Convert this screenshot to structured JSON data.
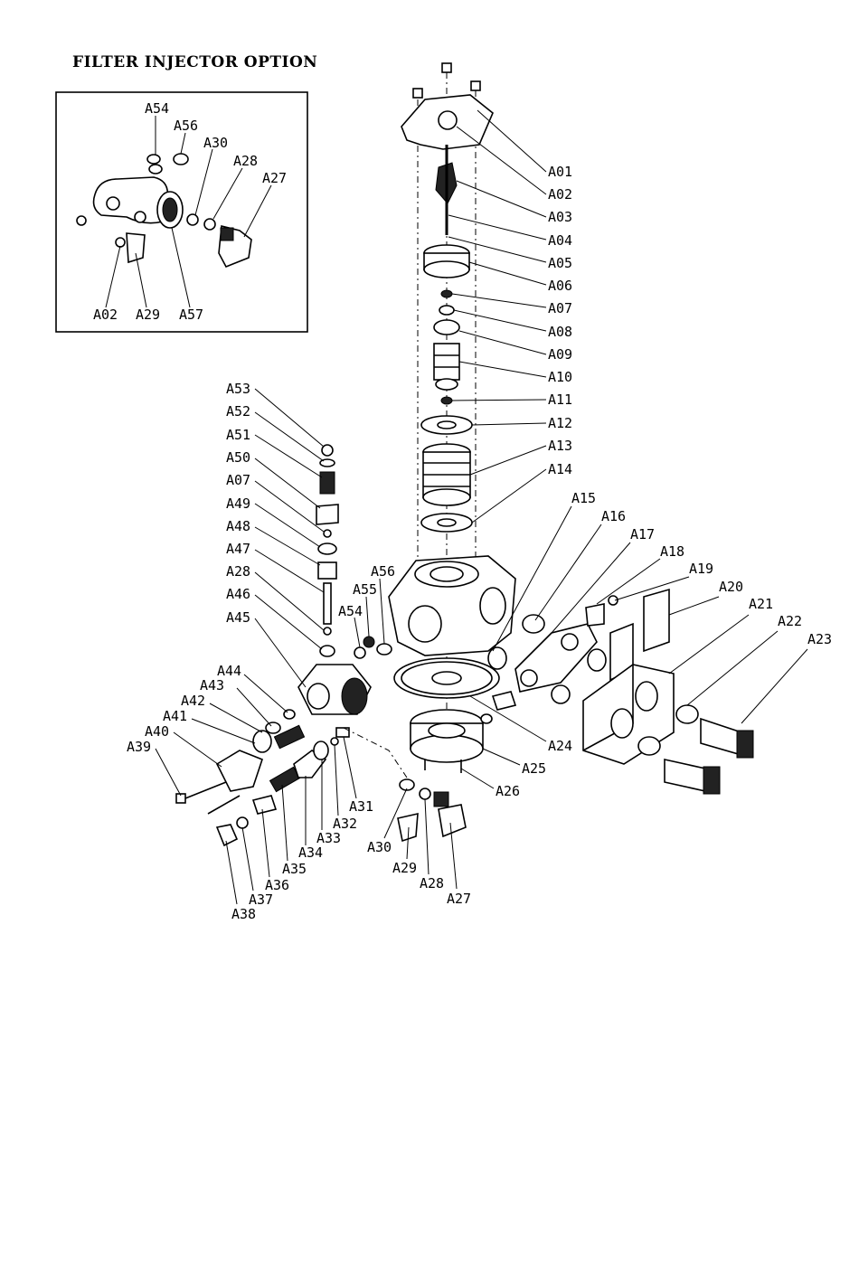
{
  "title": "FILTER INJECTOR OPTION",
  "inset_labels": [
    "A54",
    "A56",
    "A30",
    "A28",
    "A27",
    "A02",
    "A29",
    "A57"
  ],
  "right_labels": [
    "A01",
    "A02",
    "A03",
    "A04",
    "A05",
    "A06",
    "A07",
    "A08",
    "A09",
    "A10",
    "A11",
    "A12",
    "A13",
    "A14",
    "A15",
    "A16",
    "A17",
    "A18",
    "A19",
    "A20",
    "A21",
    "A22",
    "A23",
    "A24",
    "A25",
    "A26"
  ],
  "left_labels": [
    "A53",
    "A52",
    "A51",
    "A50",
    "A07",
    "A49",
    "A48",
    "A47",
    "A28",
    "A46",
    "A45",
    "A44",
    "A43",
    "A42",
    "A41",
    "A40",
    "A39",
    "A56",
    "A55",
    "A54",
    "A38",
    "A37",
    "A36",
    "A35",
    "A34",
    "A33",
    "A32",
    "A31",
    "A30",
    "A29",
    "A28",
    "A27"
  ]
}
